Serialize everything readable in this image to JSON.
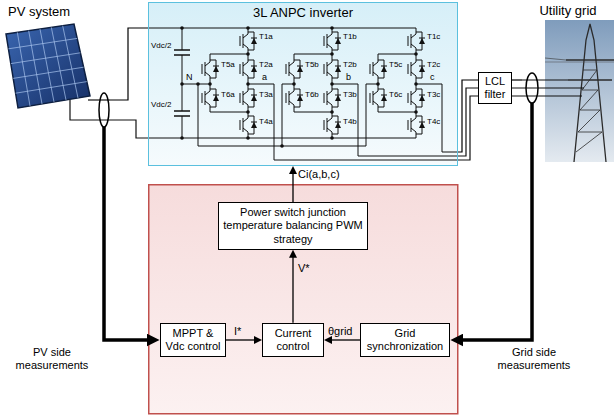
{
  "diagram": {
    "nodes": [
      {
        "text": [
          "PV system"
        ]
      },
      {
        "text": [
          "3L ANPC inverter"
        ]
      },
      {
        "text": [
          "LCL filter"
        ]
      },
      {
        "text": [
          "Utility grid"
        ]
      },
      {
        "text": [
          "Power switch junction temperature balancing PWM strategy"
        ]
      },
      {
        "text": [
          "MPPT & Vdc control"
        ]
      },
      {
        "text": [
          "Current control"
        ]
      },
      {
        "text": [
          "Grid synchronization"
        ]
      }
    ],
    "edges": [
      {
        "from": 0,
        "to": 1,
        "arrow": "none"
      },
      {
        "from": 1,
        "to": 2,
        "arrow": "none"
      },
      {
        "from": 2,
        "to": 3,
        "arrow": "none"
      },
      {
        "from": 0,
        "to": 5,
        "arrow": "to",
        "label": "PV side measurements"
      },
      {
        "from": 3,
        "to": 7,
        "arrow": "to",
        "label": "Grid side measurements"
      },
      {
        "from": 5,
        "to": 6,
        "arrow": "to",
        "label": "I*"
      },
      {
        "from": 7,
        "to": 6,
        "arrow": "to",
        "label": "θgrid"
      },
      {
        "from": 6,
        "to": 4,
        "arrow": "to",
        "label": "V*"
      },
      {
        "from": 4,
        "to": 1,
        "arrow": "to",
        "label": "Ci(a,b,c)"
      }
    ],
    "labels": [
      "Vdc/2",
      "Vdc/2",
      "N",
      "T1a",
      "T2a",
      "T5a",
      "T6a",
      "T3a",
      "T4a",
      "T1b",
      "T2b",
      "T5b",
      "T6b",
      "T3b",
      "T4b",
      "T1c",
      "T2c",
      "T5c",
      "T6c",
      "T3c",
      "T4c",
      "a",
      "b",
      "c"
    ]
  }
}
